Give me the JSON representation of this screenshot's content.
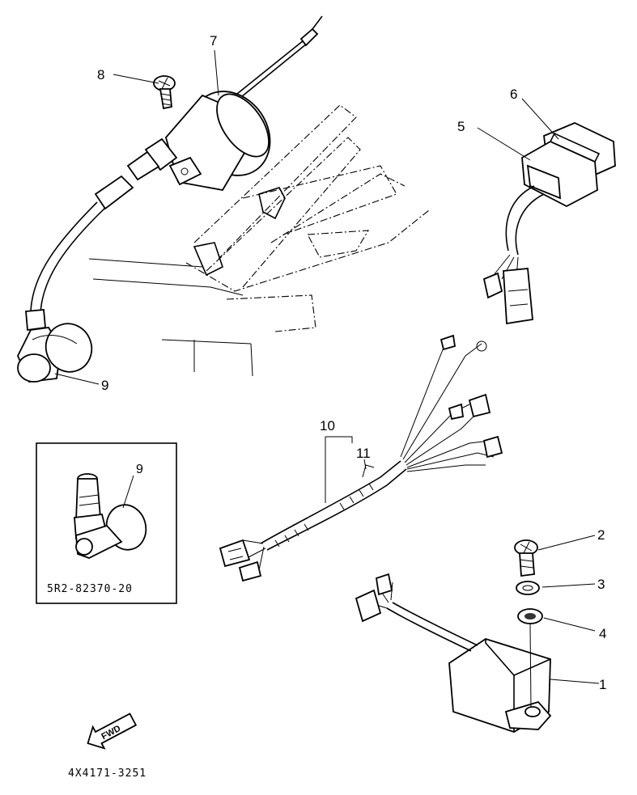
{
  "diagram": {
    "callouts": {
      "p1": "1",
      "p2": "2",
      "p3": "3",
      "p4": "4",
      "p5": "5",
      "p6": "6",
      "p7": "7",
      "p8": "8",
      "p9": "9",
      "p10": "10",
      "p11": "11"
    },
    "inset": {
      "callout": "9",
      "part_number": "5R2-82370-20"
    },
    "direction_arrow": "FWD",
    "drawing_code": "4X4171-3251"
  }
}
